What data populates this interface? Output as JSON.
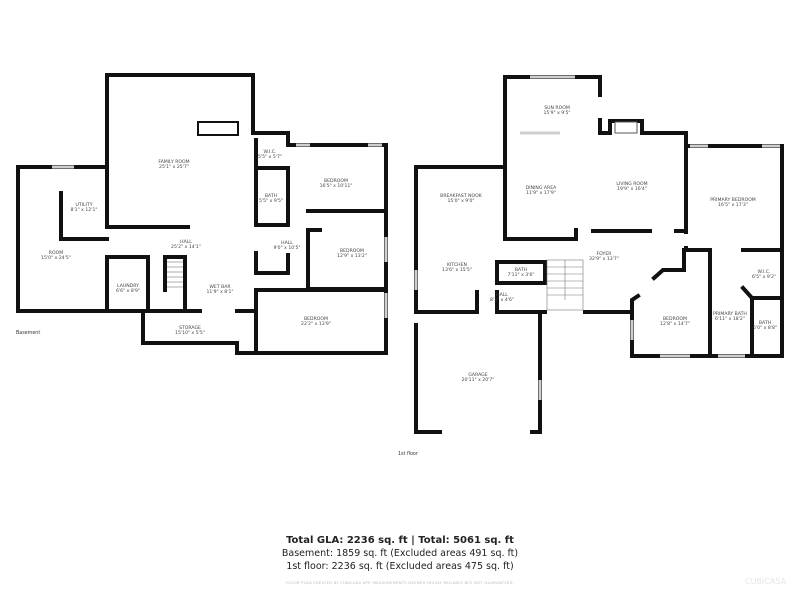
{
  "basement": {
    "floor_label": "Basement",
    "rooms": [
      {
        "name": "FAMILY ROOM",
        "dims": "25'1\" x 25'7\""
      },
      {
        "name": "W.I.C.",
        "dims": "5'5\" x 5'7\""
      },
      {
        "name": "BEDROOM",
        "dims": "16'5\" x 10'11\""
      },
      {
        "name": "BATH",
        "dims": "5'5\" x 9'5\""
      },
      {
        "name": "UTILITY",
        "dims": "8'1\" x 12'1\""
      },
      {
        "name": "ROOM",
        "dims": "15'0\" x 24'5\""
      },
      {
        "name": "HALL",
        "dims": "25'2\" x 14'1\""
      },
      {
        "name": "HALL",
        "dims": "9'0\" x 10'5\""
      },
      {
        "name": "BEDROOM",
        "dims": "12'9\" x 13'2\""
      },
      {
        "name": "LAUNDRY",
        "dims": "6'6\" x 8'9\""
      },
      {
        "name": "WET BAR",
        "dims": "11'9\" x 8'1\""
      },
      {
        "name": "STORAGE",
        "dims": "15'10\" x 5'5\""
      },
      {
        "name": "BEDROOM",
        "dims": "22'2\" x 13'9\""
      }
    ]
  },
  "first_floor": {
    "floor_label": "1st floor",
    "rooms": [
      {
        "name": "SUN ROOM",
        "dims": "15'9\" x 9'5\""
      },
      {
        "name": "DINING AREA",
        "dims": "11'9\" x 17'9\""
      },
      {
        "name": "LIVING ROOM",
        "dims": "19'9\" x 16'4\""
      },
      {
        "name": "PRIMARY BEDROOM",
        "dims": "16'5\" x 17'3\""
      },
      {
        "name": "BREAKFAST NOOK",
        "dims": "15'0\" x 9'0\""
      },
      {
        "name": "KITCHEN",
        "dims": "13'6\" x 15'5\""
      },
      {
        "name": "FOYER",
        "dims": "32'9\" x 13'7\""
      },
      {
        "name": "BATH",
        "dims": "7'11\" x 3'6\""
      },
      {
        "name": "HALL",
        "dims": "8'3\" x 4'6\""
      },
      {
        "name": "W.I.C.",
        "dims": "6'5\" x 9'2\""
      },
      {
        "name": "PRIMARY BATH",
        "dims": "6'11\" x 18'2\""
      },
      {
        "name": "BATH",
        "dims": "5'0\" x 8'8\""
      },
      {
        "name": "BEDROOM",
        "dims": "12'8\" x 14'7\""
      },
      {
        "name": "GARAGE",
        "dims": "20'11\" x 20'7\""
      }
    ]
  },
  "summary": {
    "total": "Total GLA: 2236 sq. ft | Total: 5061 sq. ft",
    "basement": "Basement: 1859 sq. ft (Excluded areas 491 sq. ft)",
    "first_floor": "1st floor: 2236 sq. ft (Excluded areas 475 sq. ft)",
    "disclaimer": "FLOOR PLAN CREATED BY CUBICASA APP. MEASUREMENTS DEEMED HIGHLY RELIABLE BUT NOT GUARANTEED.",
    "watermark": "CUBICASA"
  }
}
